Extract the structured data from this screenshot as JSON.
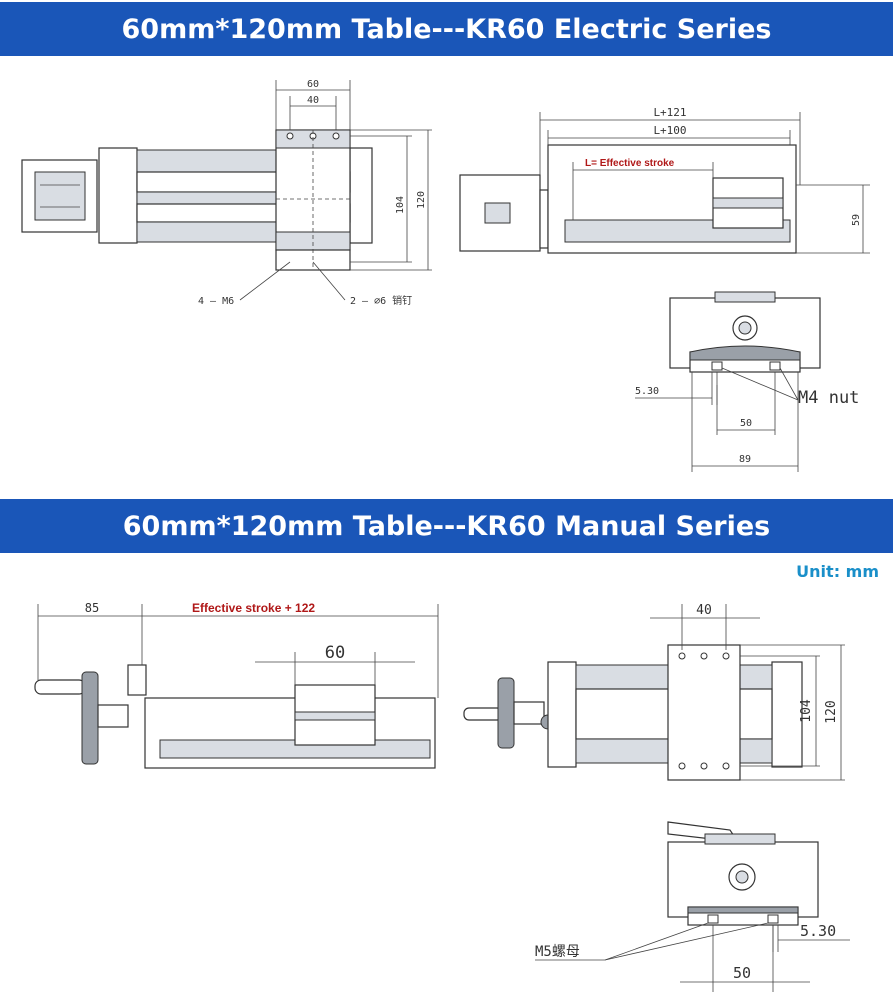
{
  "banners": {
    "electric": "60mm*120mm Table---KR60 Electric Series",
    "manual": "60mm*120mm Table---KR60 Manual Series"
  },
  "unit_label": "Unit: mm",
  "electric": {
    "top_view": {
      "dim_60": "60",
      "dim_40": "40",
      "dim_104": "104",
      "dim_120": "120",
      "label_m6": "4 — M6",
      "label_pin": "2 — ⌀6 销钉"
    },
    "side_view": {
      "dim_l121": "L+121",
      "dim_l100": "L+100",
      "stroke_label": "L= Effective stroke",
      "dim_59": "59"
    },
    "end_view": {
      "dim_530": "5.30",
      "dim_50": "50",
      "dim_89": "89",
      "nut_label": "M4 nut"
    }
  },
  "manual": {
    "side_view": {
      "dim_85": "85",
      "stroke_label": "Effective stroke + 122",
      "dim_60": "60"
    },
    "top_view": {
      "dim_40": "40",
      "dim_104": "104",
      "dim_120": "120"
    },
    "end_view": {
      "nut_label": "M5螺母",
      "dim_530": "5.30",
      "dim_50": "50"
    }
  }
}
